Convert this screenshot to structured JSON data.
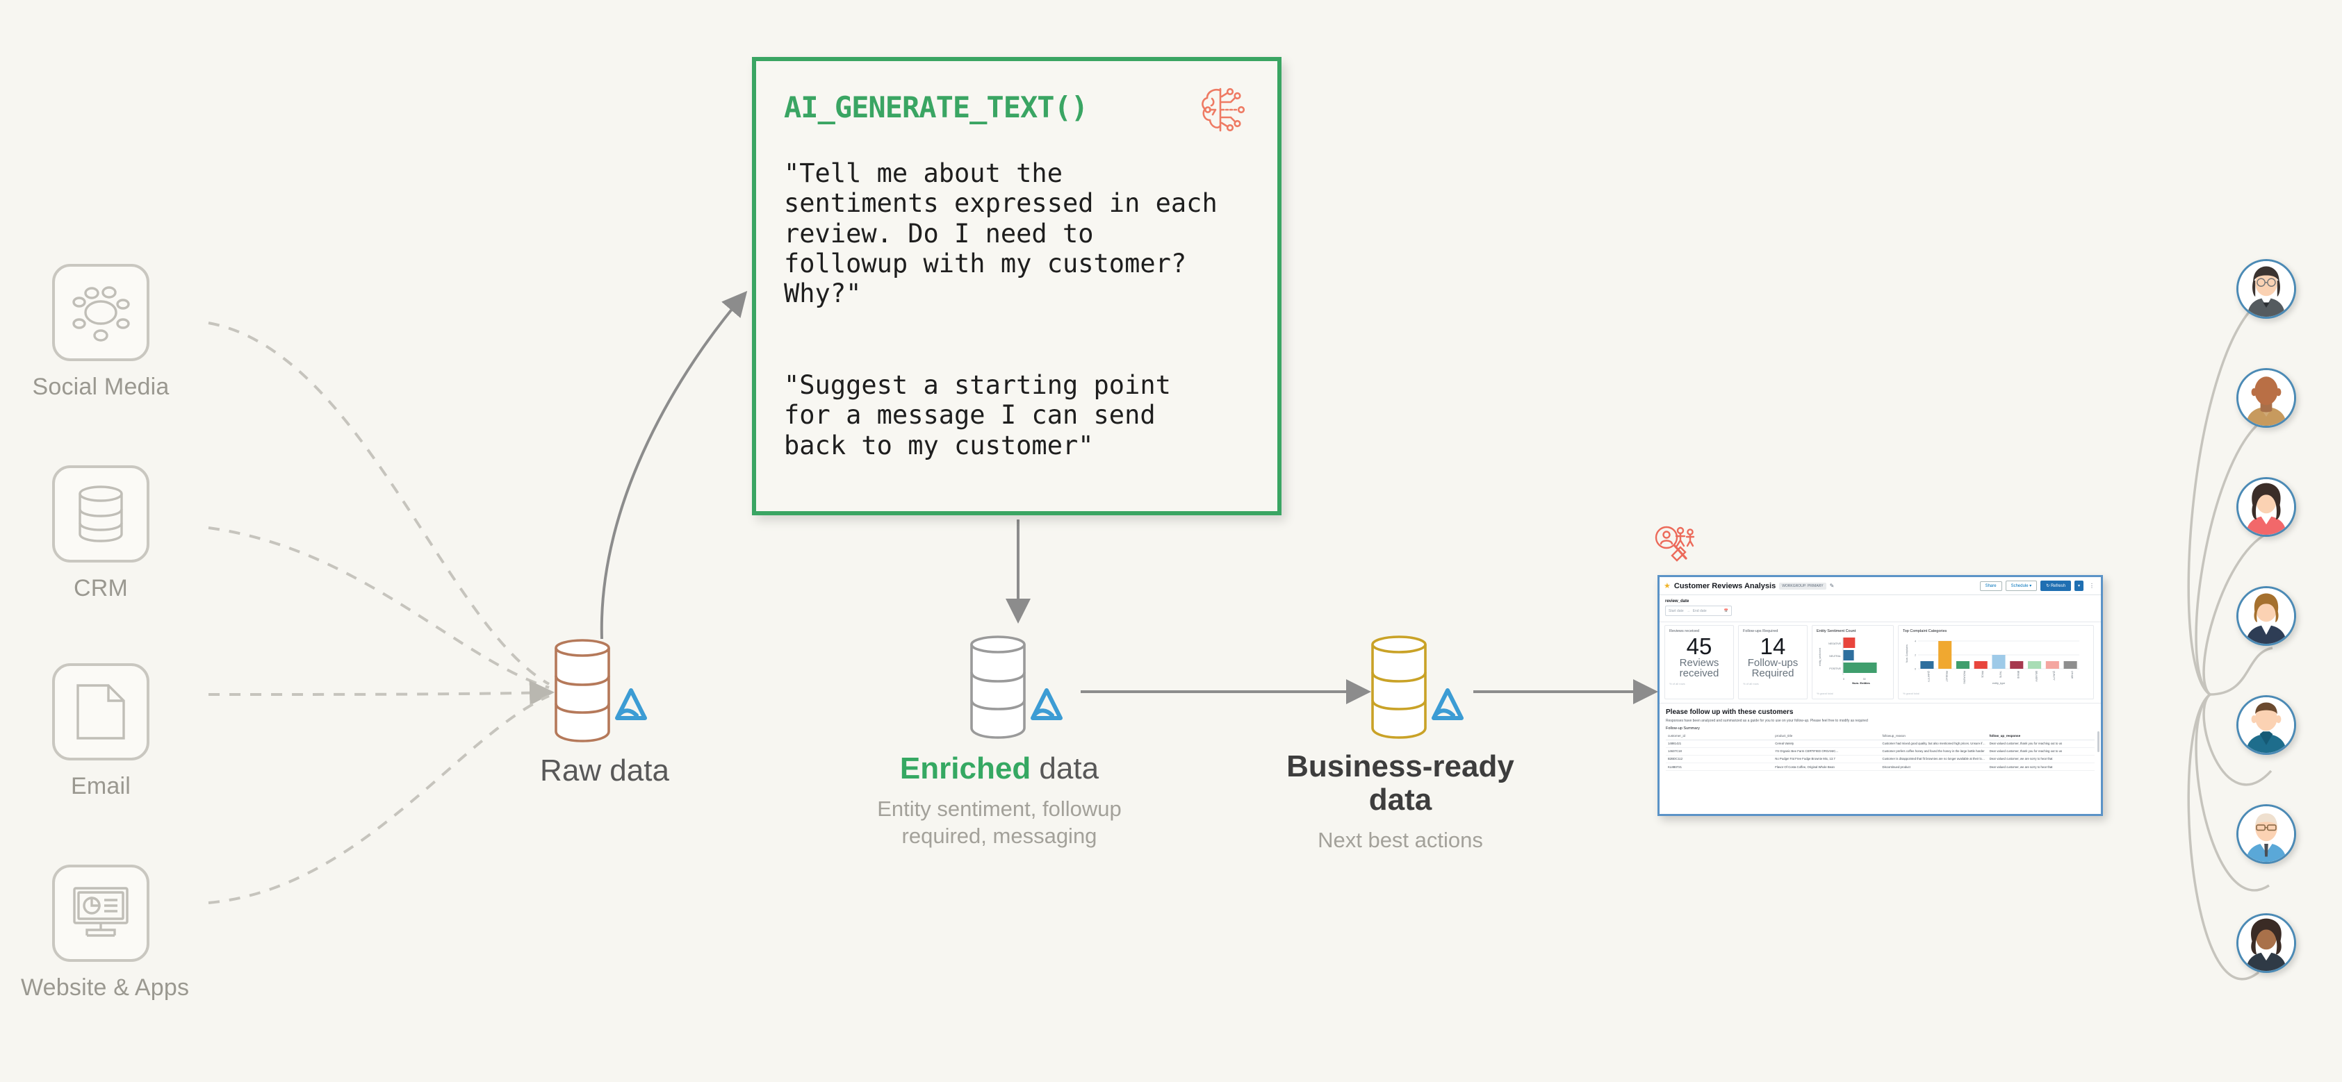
{
  "canvas": {
    "background": "#f7f6f1"
  },
  "colors": {
    "green": "#3aa563",
    "salmon": "#ee7a63",
    "gray_text": "#9a9890",
    "raw_cyl": "#b5795a",
    "enriched_cyl": "#9a9a9a",
    "business_cyl": "#c9a227",
    "athena_blue": "#3c9cd4",
    "dashboard_border": "#5b93c7",
    "avatar_ring": "#4b8ab5"
  },
  "sources": [
    {
      "label": "Social Media",
      "icon": "social-network-icon"
    },
    {
      "label": "CRM",
      "icon": "database-icon"
    },
    {
      "label": "Email",
      "icon": "document-page-icon"
    },
    {
      "label": "Website & Apps",
      "icon": "monitor-dashboard-icon"
    }
  ],
  "ai_card": {
    "title": "AI_GENERATE_TEXT()",
    "icon": "ai-brain-circuit-icon",
    "prompt_1": "\"Tell me about the\nsentiments expressed in each\nreview. Do I need to\nfollowup with my customer?\nWhy?\"",
    "prompt_2": "\"Suggest a starting point\nfor a message I can send\nback to my customer\""
  },
  "pipeline": [
    {
      "id": "raw",
      "title_plain": "Raw data",
      "title_highlight": "",
      "subtitle": "",
      "logo": "athena-logo-icon"
    },
    {
      "id": "enriched",
      "title_plain": " data",
      "title_highlight": "Enriched",
      "subtitle": "Entity sentiment, followup\nrequired, messaging",
      "logo": "athena-logo-icon"
    },
    {
      "id": "business",
      "title_plain": "Business-ready\ndata",
      "title_highlight": "",
      "subtitle": "Next best actions",
      "logo": "athena-logo-icon"
    }
  ],
  "dashboard": {
    "icon": "customer-search-icon",
    "star": "★",
    "title": "Customer Reviews Analysis",
    "badge": "WORKGROUP: PRIMARY",
    "edit_icon": "pencil-icon",
    "buttons": {
      "share": "Share",
      "schedule": "Schedule ▾",
      "refresh": "↻ Refresh",
      "split": "▾",
      "kebab": "⋮"
    },
    "filter": {
      "label": "review_date",
      "start_placeholder": "Start date",
      "separator": "→",
      "end_placeholder": "End date",
      "calendar_icon": "calendar-icon"
    },
    "kpis": [
      {
        "head": "Reviews received",
        "number": "45",
        "text": "Reviews received",
        "foot": "% of all rows"
      },
      {
        "head": "Follow-ups Required",
        "number": "14",
        "text": "Follow-ups Required",
        "foot": "% of all rows"
      }
    ],
    "charts": [
      {
        "title": "Entity Sentiment Count",
        "foot": "% grand total",
        "type": "bar_horizontal",
        "xlabel": "Num. Entities",
        "ylabel": "entity_sentiment",
        "categories": [
          "NEGATIVE",
          "NEUTRAL",
          "POSITIVE"
        ],
        "values": [
          10,
          9,
          28
        ],
        "colors": [
          "#e8453c",
          "#2e6f9e",
          "#3f9e6d"
        ],
        "xticks": [
          "0",
          "30"
        ]
      },
      {
        "title": "Top Complaint Categories",
        "foot": "% grand total",
        "type": "bar",
        "xlabel": "entity_type",
        "ylabel": "Num. Complaints",
        "categories": [
          "QUANTITY",
          "PRODUCT",
          "PACKAGING",
          "PRICE",
          "TASTE",
          "BRAND",
          "DELIVERY",
          "QUALITY",
          "OTHER"
        ],
        "values": [
          1.1,
          4.0,
          1.1,
          1.1,
          2.0,
          1.1,
          1.1,
          1.1,
          1.1
        ],
        "colors": [
          "#2e6f9e",
          "#f0a830",
          "#3f9e6d",
          "#e8453c",
          "#9ecae8",
          "#a63a4f",
          "#a8ddb5",
          "#f4a6a0",
          "#8e8e8e"
        ],
        "yticks": [
          "0",
          "2",
          "4"
        ],
        "ylim": [
          0,
          4.4
        ]
      }
    ],
    "section": {
      "heading": "Please follow up with these customers",
      "paragraph": "Responses have been analyzed and summarized as a guide for you to use on your follow-up. Please feel free to modify as required"
    },
    "table": {
      "caption": "Follow-up Summary",
      "columns": [
        "customer_id",
        "product_title",
        "followup_reason",
        "follow_up_response"
      ],
      "rows": [
        [
          "14881421",
          "Cereal Variety",
          "Customer had mixed good quality, but also mentioned high prices. Unsure if it is satisfactory for grocery needs",
          "Dear valued customer, thank you for reaching out to us"
        ],
        [
          "14637C18",
          "YS Organic Bee Farm CERTIFIED ORGANIC...",
          "Customer prefers coffee honey and found the honey in the large bottle harder",
          "Dear valued customer, thank you for reaching out to us"
        ],
        [
          "B2BDC112",
          "No Pudge! Fat Free Fudge Brownie Mix, 13.7",
          "Customer is disappointed that fit brownies are no longer available at their local stores",
          "Dear valued customer, we are sorry to hear that"
        ],
        [
          "KL8B0721",
          "Flavor Of Costa Coffee, Original Whole Bean",
          "Discontinued product",
          "Dear valued customer, we are sorry to hear that"
        ]
      ]
    }
  },
  "customers": [
    {
      "id": "customer-1",
      "alt": "woman-with-glasses-avatar"
    },
    {
      "id": "customer-2",
      "alt": "bald-man-tan-shirt-avatar"
    },
    {
      "id": "customer-3",
      "alt": "woman-curly-hair-red-top-avatar"
    },
    {
      "id": "customer-4",
      "alt": "woman-brown-hair-navy-blazer-avatar"
    },
    {
      "id": "customer-5",
      "alt": "man-short-hair-teal-shirt-avatar"
    },
    {
      "id": "customer-6",
      "alt": "older-man-glasses-tie-avatar"
    },
    {
      "id": "customer-7",
      "alt": "woman-dark-curly-hair-avatar"
    }
  ]
}
